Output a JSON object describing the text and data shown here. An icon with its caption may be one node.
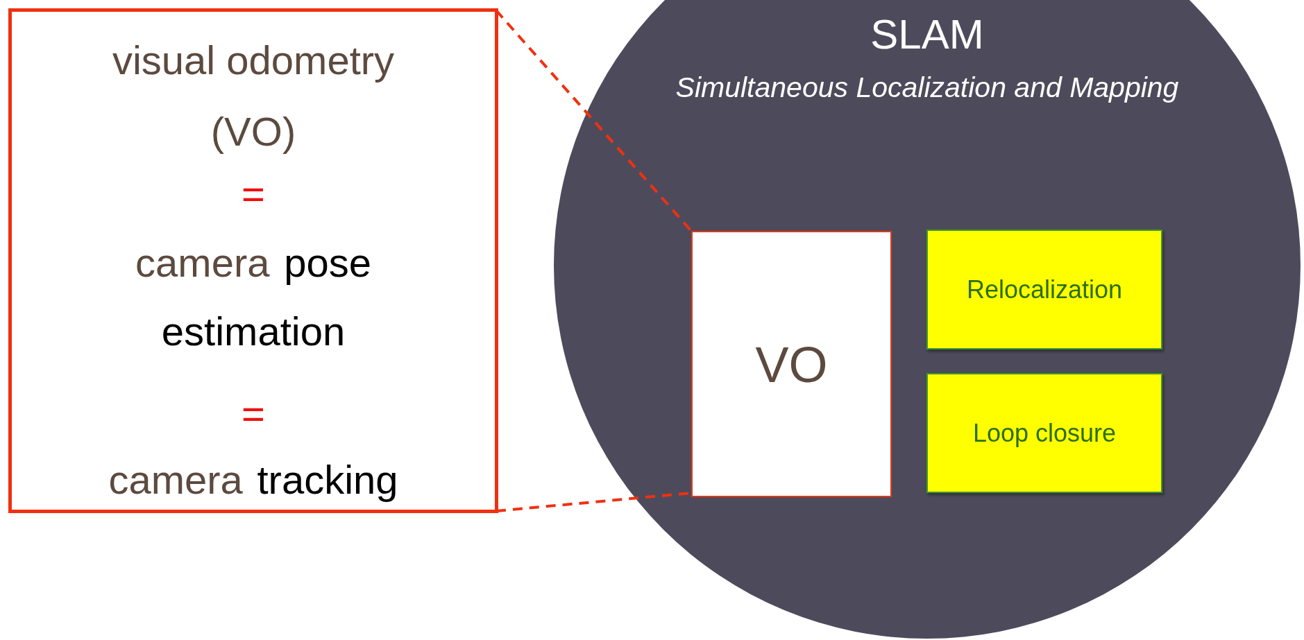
{
  "diagram": {
    "nodes": [
      {
        "text": [
          "visual odometry (VO)",
          "=",
          "camera",
          "pose estimation",
          "=",
          "camera",
          "tracking"
        ]
      },
      {
        "text": [
          "SLAM",
          "Simultaneous Localization and Mapping"
        ]
      },
      {
        "text": [
          "VO"
        ],
        "in": 1
      },
      {
        "text": [
          "Relocalization"
        ],
        "in": 1
      },
      {
        "text": [
          "Loop closure"
        ],
        "in": 1
      }
    ],
    "edges": [
      {
        "from": 0,
        "to": 2,
        "arrow": "none",
        "style": "dashed",
        "color": "#f03010"
      },
      {
        "from": 0,
        "to": 2,
        "arrow": "none",
        "style": "dashed",
        "color": "#f03010"
      }
    ]
  }
}
